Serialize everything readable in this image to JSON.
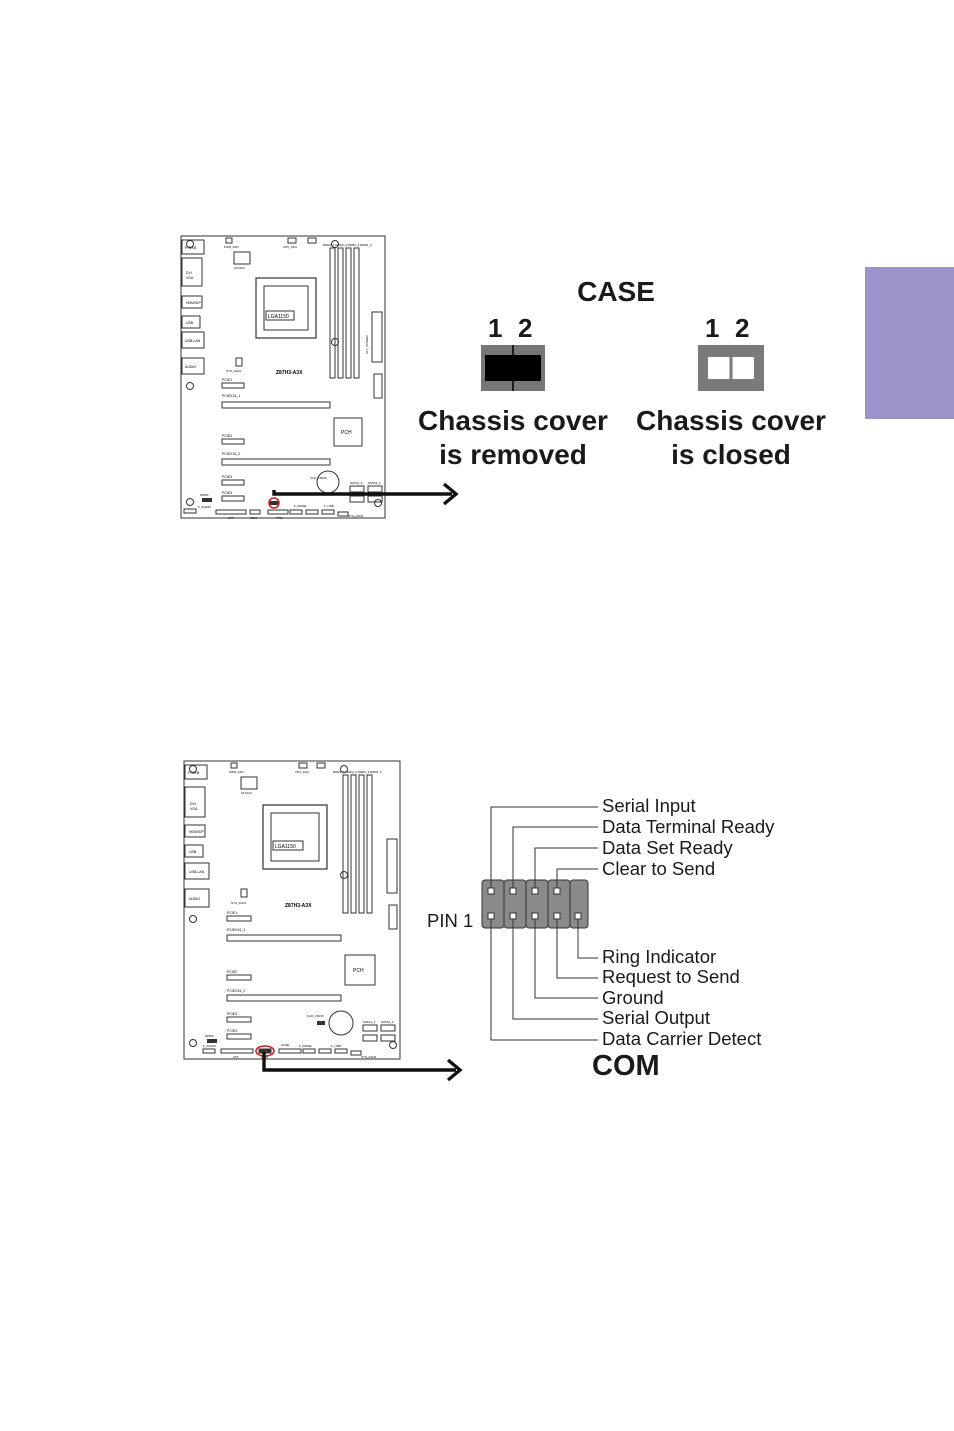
{
  "colors": {
    "side_tab": "#9b93c9",
    "board_line": "#333333",
    "highlight_ring": "#d02020",
    "jumper_fill": "#777777",
    "cap_fill": "#000000"
  },
  "board_labels": {
    "ps2": "PS2KB",
    "pwr_fan": "PWR_FAN",
    "cpu_fan": "CPU_FAN",
    "atx12v": "ATX12V",
    "dvi": "DVI",
    "vga": "VGA",
    "hdmi": "HDMI/DP",
    "usb": "USB",
    "usblan": "USB-LAN",
    "audio": "AUDIO",
    "sys_fan1": "SYS_FAN1",
    "cpu_socket": "LGA1150",
    "model": "Z87H3-A3X",
    "pch": "PCH",
    "pcie1": "PCIE1",
    "pcie2": "PCIE2",
    "pcie3": "PCIE3",
    "pciex16_1": "PCIEX16_1",
    "pciex16_2": "PCIEX16_2",
    "clr_cmos": "CLR_CMOS",
    "sata1": "SATA1_2",
    "sata2": "SATA3_4",
    "atx_power": "ATX_POWER",
    "sys_fan2": "SYS_FAN2",
    "f_audio": "F_AUDIO",
    "spdif": "SPDIF",
    "lpt": "LPT",
    "com": "COM",
    "case": "CASE",
    "tpm": "TPM",
    "f_panel": "F_PANEL",
    "f_usb": "F_USB",
    "ddr": "DDR3_1 DDR3_2 DDR3_3 DDR3_4",
    "usb3": "USB3F"
  },
  "case_section": {
    "title": "CASE",
    "removed": {
      "pin_left": "1",
      "pin_right": "2",
      "caption_line1": "Chassis cover",
      "caption_line2": "is removed"
    },
    "closed": {
      "pin_left": "1",
      "pin_right": "2",
      "caption_line1": "Chassis cover",
      "caption_line2": "is closed"
    }
  },
  "com_section": {
    "title": "COM",
    "pin1_label": "PIN 1",
    "top_labels": [
      "Serial Input",
      "Data Terminal Ready",
      "Data Set Ready",
      "Clear to Send"
    ],
    "bottom_labels": [
      "Ring Indicator",
      "Request to Send",
      "Ground",
      "Serial Output",
      "Data Carrier Detect"
    ]
  }
}
